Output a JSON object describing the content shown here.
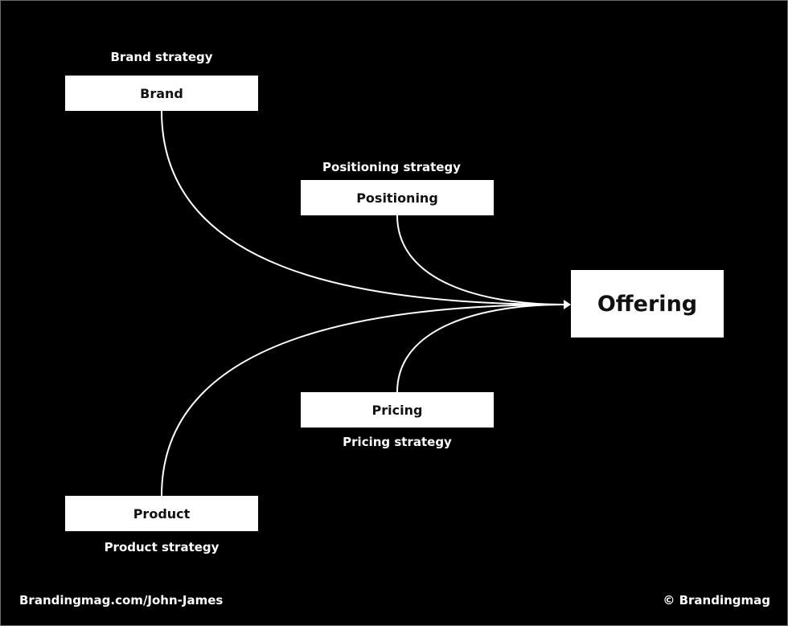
{
  "diagram": {
    "nodes": {
      "brand": {
        "label": "Brand",
        "caption": "Brand strategy"
      },
      "positioning": {
        "label": "Positioning",
        "caption": "Positioning strategy"
      },
      "pricing": {
        "label": "Pricing",
        "caption": "Pricing strategy"
      },
      "product": {
        "label": "Product",
        "caption": "Product strategy"
      },
      "offering": {
        "label": "Offering"
      }
    },
    "edges": [
      {
        "from": "brand",
        "to": "offering"
      },
      {
        "from": "positioning",
        "to": "offering"
      },
      {
        "from": "pricing",
        "to": "offering"
      },
      {
        "from": "product",
        "to": "offering"
      }
    ],
    "colors": {
      "background": "#000000",
      "node_fill": "#ffffff",
      "node_text": "#111111",
      "edge": "#ffffff",
      "caption": "#ffffff"
    }
  },
  "footer": {
    "left": "Brandingmag.com/John-James",
    "right": "© Brandingmag"
  }
}
